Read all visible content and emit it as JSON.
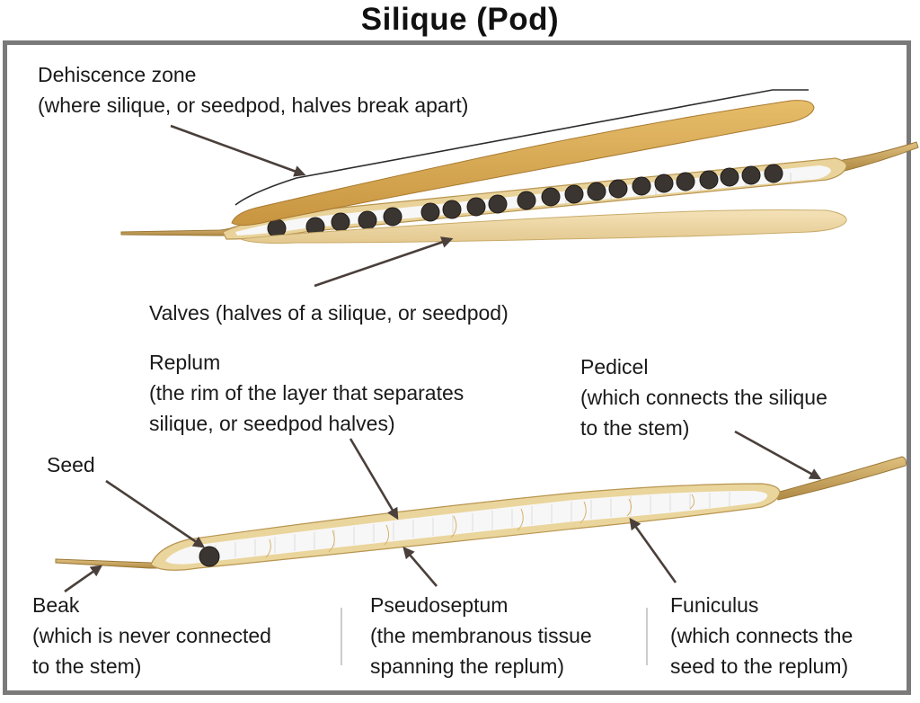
{
  "title": "Silique (Pod)",
  "labels": {
    "dehiscence": {
      "line1": "Dehiscence zone",
      "line2": "(where silique, or seedpod, halves break apart)"
    },
    "valves": {
      "line1": "Valves (halves of a silique, or seedpod)"
    },
    "replum": {
      "line1": "Replum",
      "line2": "(the rim of the layer that separates",
      "line3": "silique, or seedpod halves)"
    },
    "pedicel": {
      "line1": "Pedicel",
      "line2": "(which connects the silique",
      "line3": "to the stem)"
    },
    "seed": {
      "line1": "Seed"
    },
    "beak": {
      "line1": "Beak",
      "line2": "(which is never connected",
      "line3": "to the stem)"
    },
    "pseudoseptum": {
      "line1": "Pseudoseptum",
      "line2": "(the membranous tissue",
      "line3": "spanning the replum)"
    },
    "funiculus": {
      "line1": "Funiculus",
      "line2": "(which connects the",
      "line3": "seed to the replum)"
    }
  },
  "colors": {
    "valve_dark": "#d4a44e",
    "valve_light": "#efd9a6",
    "stem": "#caa462",
    "seed": "#3a3530",
    "arrow": "#4a3f3a",
    "membrane": "#f6f6f6"
  }
}
